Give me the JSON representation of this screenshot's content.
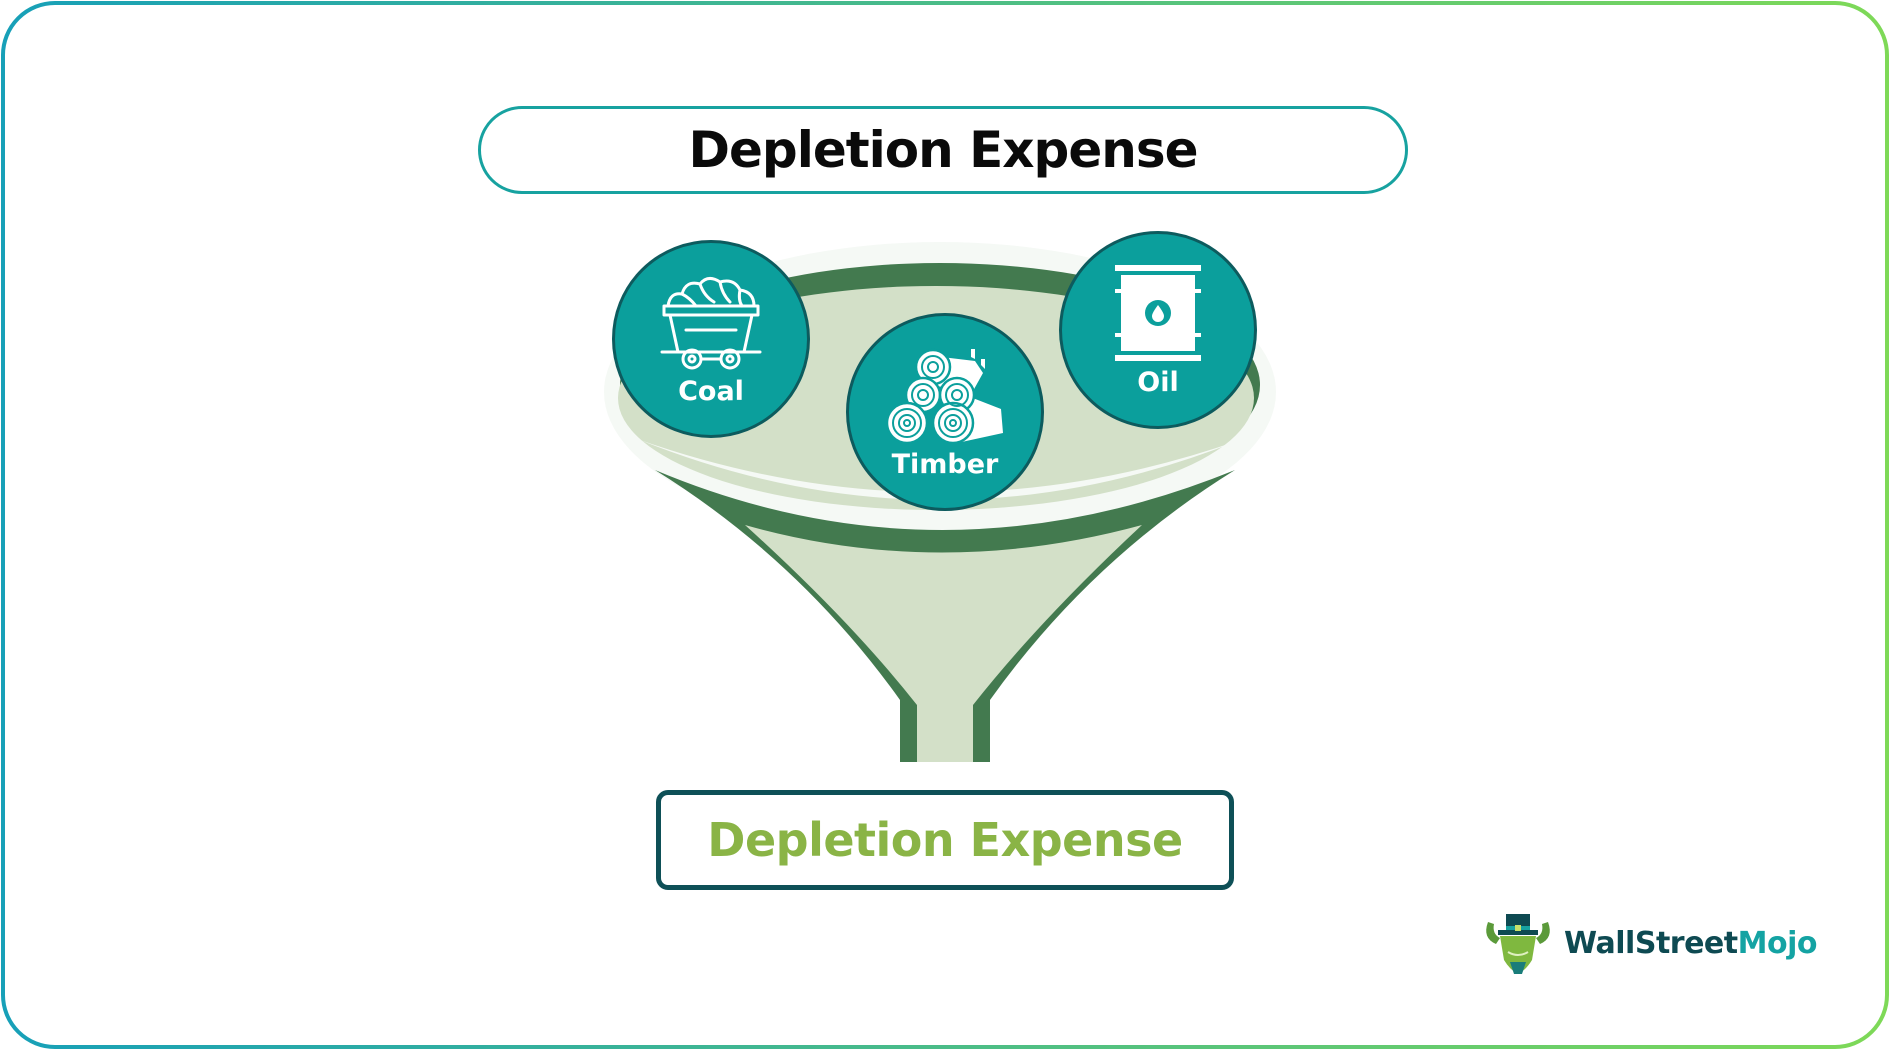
{
  "title": "Depletion Expense",
  "resources": [
    {
      "label": "Coal",
      "icon": "mine-cart-icon"
    },
    {
      "label": "Timber",
      "icon": "logs-icon"
    },
    {
      "label": "Oil",
      "icon": "oil-barrel-icon"
    }
  ],
  "output": {
    "label": "Depletion Expense"
  },
  "logo": {
    "part1": "WallStreet",
    "part2": "Mojo"
  },
  "colors": {
    "frame_gradient_start": "#17a0b8",
    "frame_gradient_end": "#7ed957",
    "title_border": "#17a2a0",
    "circle_fill": "#0b9f9c",
    "circle_border": "#0d5b5e",
    "funnel_stroke": "#437a4f",
    "funnel_fill": "#d3e0c8",
    "output_border": "#0e5057",
    "output_text": "#8ab446"
  }
}
